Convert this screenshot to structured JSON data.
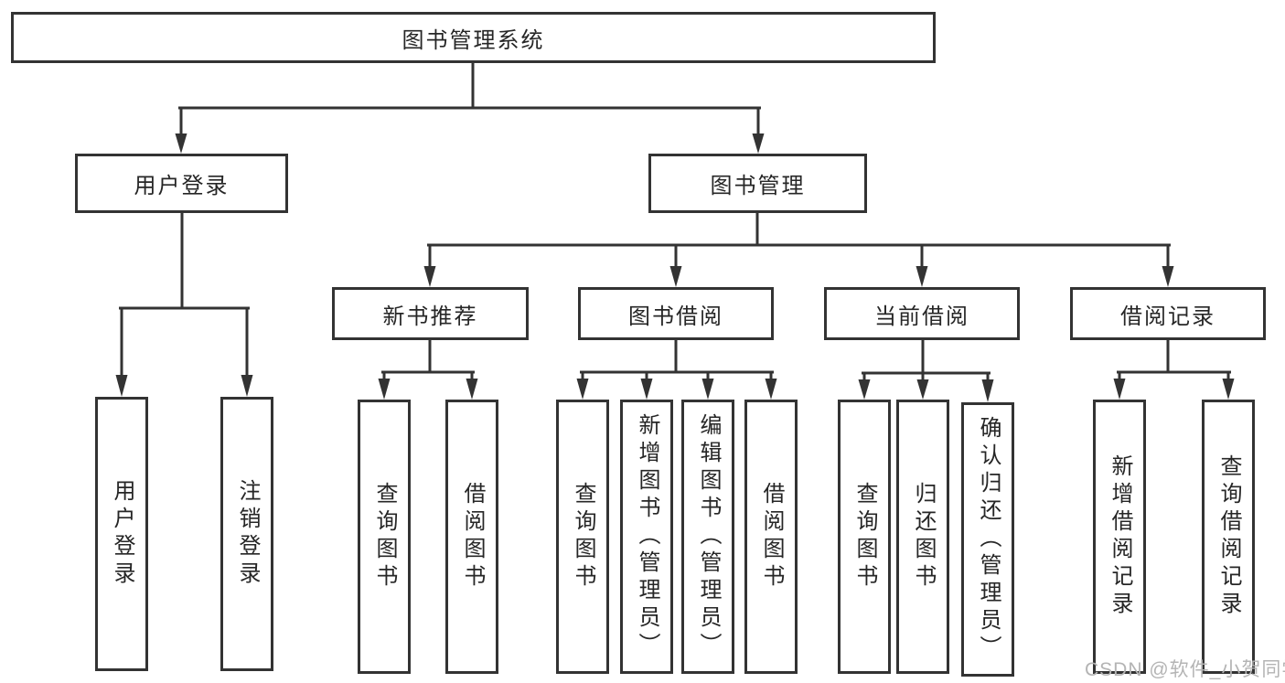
{
  "diagram": {
    "root": "图书管理系统",
    "branches": [
      {
        "label": "用户登录",
        "children": [
          {
            "label": "用户登录"
          },
          {
            "label": "注销登录"
          }
        ]
      },
      {
        "label": "图书管理",
        "children": [
          {
            "label": "新书推荐",
            "children": [
              {
                "label": "查询图书"
              },
              {
                "label": "借阅图书"
              }
            ]
          },
          {
            "label": "图书借阅",
            "children": [
              {
                "label": "查询图书"
              },
              {
                "label": "新增图书（管理员）"
              },
              {
                "label": "编辑图书（管理员）"
              },
              {
                "label": "借阅图书"
              }
            ]
          },
          {
            "label": "当前借阅",
            "children": [
              {
                "label": "查询图书"
              },
              {
                "label": "归还图书"
              },
              {
                "label": "确认归还（管理员）"
              }
            ]
          },
          {
            "label": "借阅记录",
            "children": [
              {
                "label": "新增借阅记录"
              },
              {
                "label": "查询借阅记录"
              }
            ]
          }
        ]
      }
    ]
  },
  "watermark": "CSDN @软件_小贺同学",
  "colors": {
    "line": "#333333",
    "text": "#262626",
    "watermark": "#b4b4b4",
    "background": "#ffffff"
  }
}
